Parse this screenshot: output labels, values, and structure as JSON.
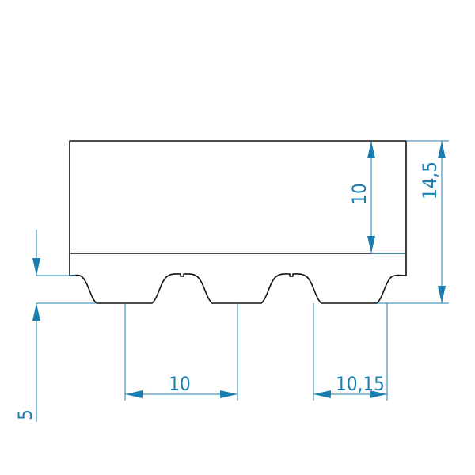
{
  "diagram": {
    "colors": {
      "outline": "#111111",
      "dimension": "#1a7fb0",
      "background": "#ffffff"
    },
    "dimensions": {
      "belt_thickness_label": "10",
      "total_height_label": "14,5",
      "tooth_height_label": "5",
      "pitch_label": "10",
      "pitch_2_label": "10,15"
    }
  }
}
